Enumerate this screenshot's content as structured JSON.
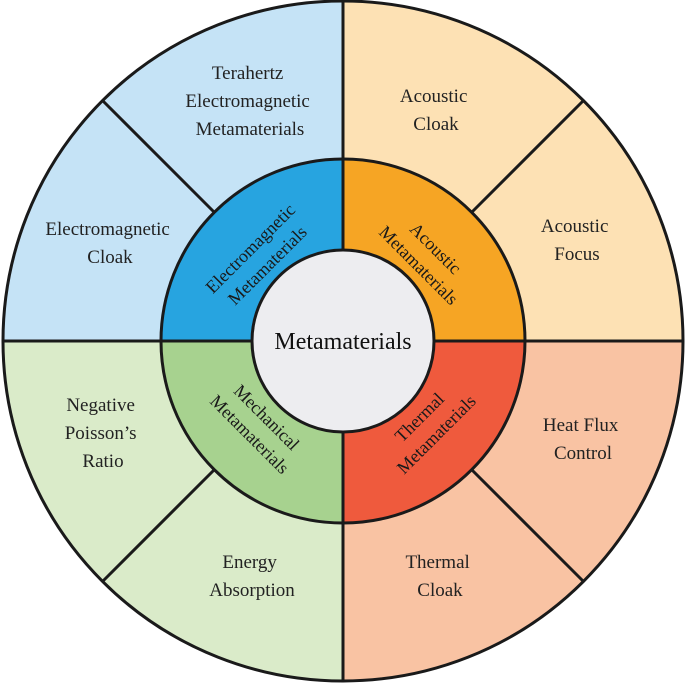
{
  "center": {
    "label": "Metamaterials"
  },
  "colors": {
    "electromagnetic_inner": "#27a4e0",
    "electromagnetic_outer": "#c5e3f6",
    "acoustic_inner": "#f6a524",
    "acoustic_outer": "#fde1b4",
    "thermal_inner": "#ef5a3d",
    "thermal_outer": "#f9c3a3",
    "mechanical_inner": "#a7d28f",
    "mechanical_outer": "#daebc9",
    "center_fill": "#ededf0",
    "stroke": "#1a1a1a"
  },
  "categories": [
    {
      "id": "electromagnetic",
      "label": "Electromagnetic Metamaterials",
      "line1": "Electromagnetic",
      "line2": "Metamaterials",
      "applications": [
        {
          "label": "Terahertz Electromagnetic Metamaterials",
          "lines": [
            "Terahertz",
            "Electromagnetic",
            "Metamaterials"
          ]
        },
        {
          "label": "Electromagnetic Cloak",
          "lines": [
            "Electromagnetic",
            "Cloak"
          ]
        }
      ]
    },
    {
      "id": "acoustic",
      "label": "Acoustic Metamaterials",
      "line1": "Acoustic",
      "line2": "Metamaterials",
      "applications": [
        {
          "label": "Acoustic Cloak",
          "lines": [
            "Acoustic",
            "Cloak"
          ]
        },
        {
          "label": "Acoustic Focus",
          "lines": [
            "Acoustic",
            "Focus"
          ]
        }
      ]
    },
    {
      "id": "thermal",
      "label": "Thermal Metamaterials",
      "line1": "Thermal",
      "line2": "Metamaterials",
      "applications": [
        {
          "label": "Heat Flux Control",
          "lines": [
            "Heat Flux",
            "Control"
          ]
        },
        {
          "label": "Thermal Cloak",
          "lines": [
            "Thermal",
            "Cloak"
          ]
        }
      ]
    },
    {
      "id": "mechanical",
      "label": "Mechanical Metamaterials",
      "line1": "Mechanical",
      "line2": "Metamaterials",
      "applications": [
        {
          "label": "Negative Poisson’s Ratio",
          "lines": [
            "Negative",
            "Poisson’s",
            "Ratio"
          ]
        },
        {
          "label": "Energy Absorption",
          "lines": [
            "Energy",
            "Absorption"
          ]
        }
      ]
    }
  ]
}
